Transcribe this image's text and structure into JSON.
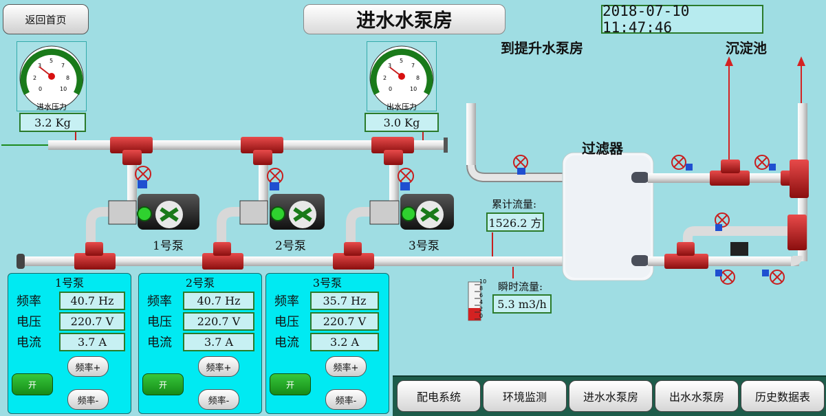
{
  "header": {
    "back_button": "返回首页",
    "title": "进水水泵房",
    "datetime": "2018-07-10 11:47:46"
  },
  "gauges": [
    {
      "label": "进水压力",
      "value": "3.2 Kg",
      "ticks": [
        "0",
        "2",
        "3",
        "5",
        "7",
        "8",
        "10"
      ]
    },
    {
      "label": "出水压力",
      "value": "3.0 Kg",
      "ticks": [
        "0",
        "2",
        "3",
        "5",
        "7",
        "8",
        "10"
      ]
    }
  ],
  "diagram": {
    "to_lift": "到提升水泵房",
    "sediment": "沉淀池",
    "filter": "过滤器",
    "cumulative_label": "累计流量:",
    "cumulative_value": "1526.2 方",
    "instant_label": "瞬时流量:",
    "instant_value": "5.3 m3/h",
    "level_ticks": [
      "10",
      "8",
      "6",
      "4",
      "2",
      "0"
    ],
    "pump_labels": [
      "1号泵",
      "2号泵",
      "3号泵"
    ]
  },
  "pumps": [
    {
      "title": "1号泵",
      "freq": "40.7 Hz",
      "voltage": "220.7 V",
      "current": "3.7 A"
    },
    {
      "title": "2号泵",
      "freq": "40.7 Hz",
      "voltage": "220.7 V",
      "current": "3.7 A"
    },
    {
      "title": "3号泵",
      "freq": "35.7 Hz",
      "voltage": "220.7 V",
      "current": "3.2 A"
    }
  ],
  "pump_labels": {
    "freq": "频率",
    "voltage": "电压",
    "current": "电流",
    "on": "开",
    "freq_up": "频率+",
    "freq_down": "频率-"
  },
  "nav": [
    "配电系统",
    "环境监测",
    "进水水泵房",
    "出水水泵房",
    "历史数据表"
  ],
  "colors": {
    "background": "#9fdde3",
    "pipe": "#e6e6e6",
    "fitting": "#c81e1e",
    "panel": "#00eaf2",
    "accent_green": "#2a7a2a"
  }
}
